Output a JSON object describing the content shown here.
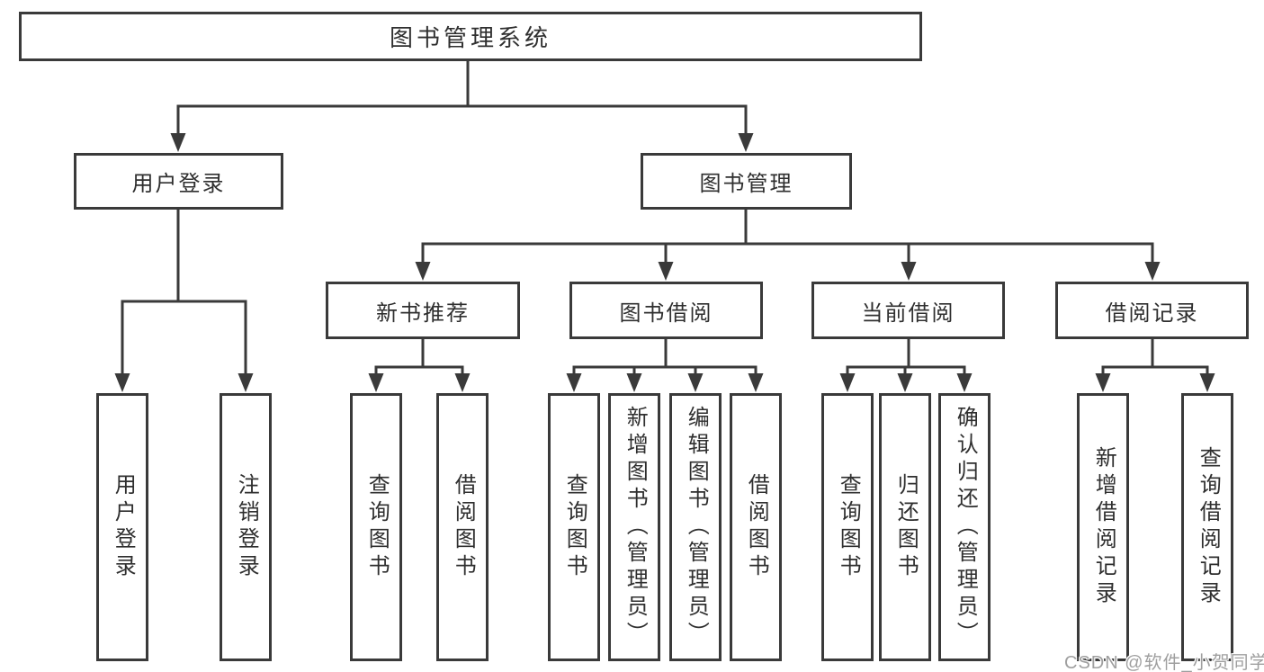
{
  "diagram": {
    "root": "图书管理系统",
    "branches": [
      {
        "label": "用户登录",
        "children": [
          "用户登录",
          "注销登录"
        ]
      },
      {
        "label": "图书管理",
        "groups": [
          {
            "label": "新书推荐",
            "children": [
              "查询图书",
              "借阅图书"
            ]
          },
          {
            "label": "图书借阅",
            "children": [
              "查询图书",
              "新增图书（管理员）",
              "编辑图书（管理员）",
              "借阅图书"
            ]
          },
          {
            "label": "当前借阅",
            "children": [
              "查询图书",
              "归还图书",
              "确认归还（管理员）"
            ]
          },
          {
            "label": "借阅记录",
            "children": [
              "新增借阅记录",
              "查询借阅记录"
            ]
          }
        ]
      }
    ]
  },
  "watermark": "CSDN @软件_小贺同学",
  "colors": {
    "line": "#3a3a3a",
    "text": "#2f2f2f",
    "watermark": "#9f9f9f",
    "background": "#ffffff"
  }
}
